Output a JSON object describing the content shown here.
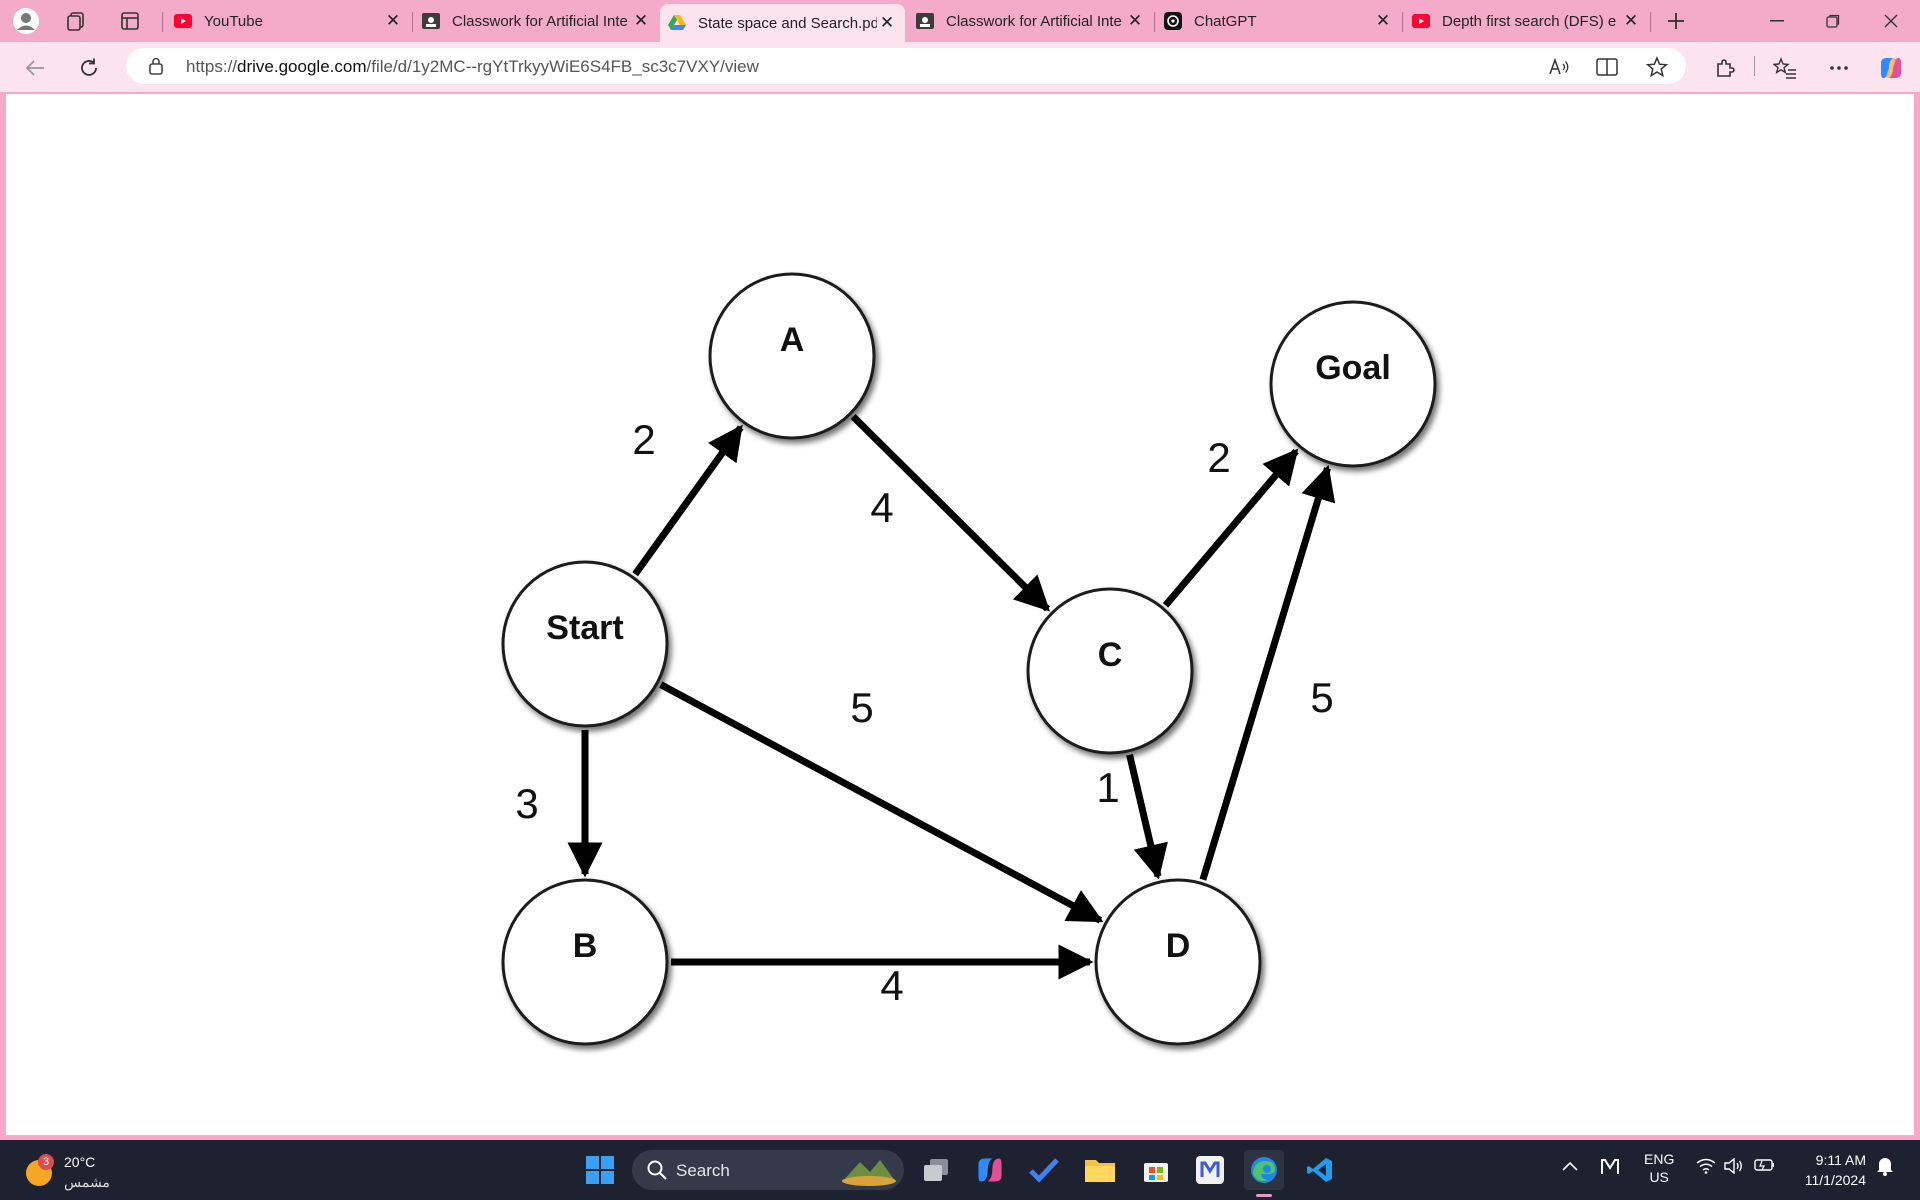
{
  "tabs": [
    {
      "title": "YouTube",
      "icon": "youtube-icon",
      "active": false
    },
    {
      "title": "Classwork for Artificial Inte",
      "icon": "classroom-icon",
      "active": false
    },
    {
      "title": "State space and Search.pd",
      "icon": "google-drive-icon",
      "active": true
    },
    {
      "title": "Classwork for Artificial Inte",
      "icon": "classroom-icon",
      "active": false
    },
    {
      "title": "ChatGPT",
      "icon": "chatgpt-icon",
      "active": false
    },
    {
      "title": "Depth first search (DFS) e",
      "icon": "youtube-icon",
      "active": false
    }
  ],
  "address": {
    "prefix": "https://",
    "domain": "drive.google.com",
    "path": "/file/d/1y2MC--rgYtTrkyyWiE6S4FB_sc3c7VXY/view"
  },
  "graph": {
    "nodes": [
      {
        "id": "start",
        "label": "Start"
      },
      {
        "id": "a",
        "label": "A"
      },
      {
        "id": "b",
        "label": "B"
      },
      {
        "id": "c",
        "label": "C"
      },
      {
        "id": "d",
        "label": "D"
      },
      {
        "id": "goal",
        "label": "Goal"
      }
    ],
    "edges": [
      {
        "from": "start",
        "to": "a",
        "weight": "2"
      },
      {
        "from": "a",
        "to": "c",
        "weight": "4"
      },
      {
        "from": "c",
        "to": "goal",
        "weight": "2"
      },
      {
        "from": "start",
        "to": "d",
        "weight": "5"
      },
      {
        "from": "d",
        "to": "goal",
        "weight": "5"
      },
      {
        "from": "c",
        "to": "d",
        "weight": "1"
      },
      {
        "from": "start",
        "to": "b",
        "weight": "3"
      },
      {
        "from": "b",
        "to": "d",
        "weight": "4"
      }
    ]
  },
  "taskbar": {
    "weather_badge": "3",
    "temperature": "20°C",
    "condition": "مشمس",
    "search_label": "Search",
    "lang_line1": "ENG",
    "lang_line2": "US",
    "time": "9:11 AM",
    "date": "11/1/2024"
  },
  "colors": {
    "tab_strip": "#f4aac9",
    "active_tab": "#fde3ee",
    "taskbar": "#1d2130"
  }
}
